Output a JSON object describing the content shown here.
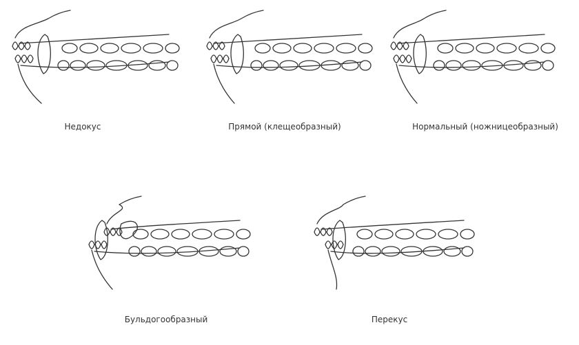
{
  "colors": {
    "line": "#333333",
    "background": "#ffffff",
    "text": "#333333"
  },
  "diagrams": [
    {
      "key": "underbite",
      "label": "Недокус"
    },
    {
      "key": "level",
      "label": "Прямой (клещеобразный)"
    },
    {
      "key": "scissor",
      "label": "Нормальный (ножницеобразный)"
    },
    {
      "key": "bulldog",
      "label": "Бульдогообразный"
    },
    {
      "key": "overbite",
      "label": "Перекус"
    }
  ]
}
